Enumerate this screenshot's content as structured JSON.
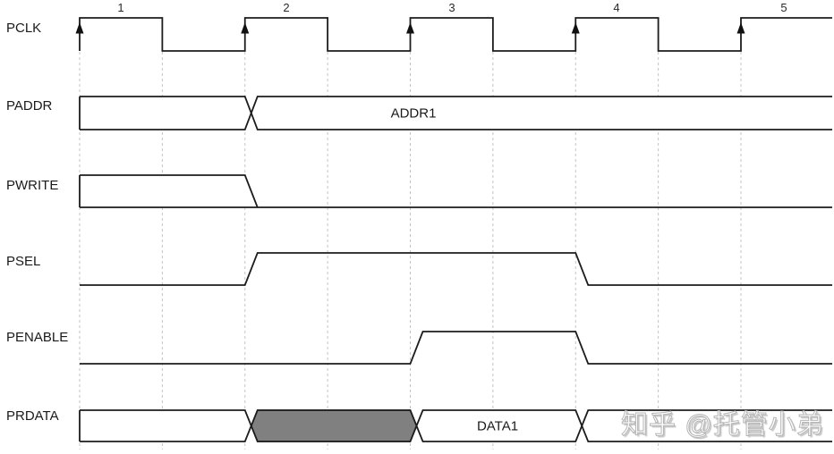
{
  "clock": {
    "name": "PCLK",
    "cycle_numbers": [
      "1",
      "2",
      "3",
      "4",
      "5"
    ]
  },
  "signals": [
    {
      "name": "PADDR",
      "type": "bus",
      "segments": [
        {
          "from": 0,
          "to": 2,
          "label": "",
          "fill": "white"
        },
        {
          "from": 2,
          "to": null,
          "label": "ADDR1",
          "fill": "white"
        }
      ]
    },
    {
      "name": "PWRITE",
      "type": "bus_then_low",
      "collapse_at": 2
    },
    {
      "name": "PSEL",
      "type": "bit",
      "levels": [
        {
          "from": 0,
          "to": 2,
          "level": 0
        },
        {
          "from": 2,
          "to": 6,
          "level": 1
        },
        {
          "from": 6,
          "to": null,
          "level": 0
        }
      ]
    },
    {
      "name": "PENABLE",
      "type": "bit",
      "levels": [
        {
          "from": 0,
          "to": 4,
          "level": 0
        },
        {
          "from": 4,
          "to": 6,
          "level": 1
        },
        {
          "from": 6,
          "to": null,
          "level": 0
        }
      ]
    },
    {
      "name": "PRDATA",
      "type": "bus",
      "segments": [
        {
          "from": 0,
          "to": 2,
          "label": "",
          "fill": "white"
        },
        {
          "from": 2,
          "to": 4,
          "label": "",
          "fill": "gray"
        },
        {
          "from": 4,
          "to": 6,
          "label": "DATA1",
          "fill": "white"
        },
        {
          "from": 6,
          "to": null,
          "label": "",
          "fill": "white"
        }
      ]
    }
  ],
  "colors": {
    "line": "#1c1c1c",
    "grid": "#c3c3c3",
    "invalid_fill": "#808080",
    "invalid_border": "#3f3f3f"
  },
  "watermark": "知乎 @托管小弟"
}
